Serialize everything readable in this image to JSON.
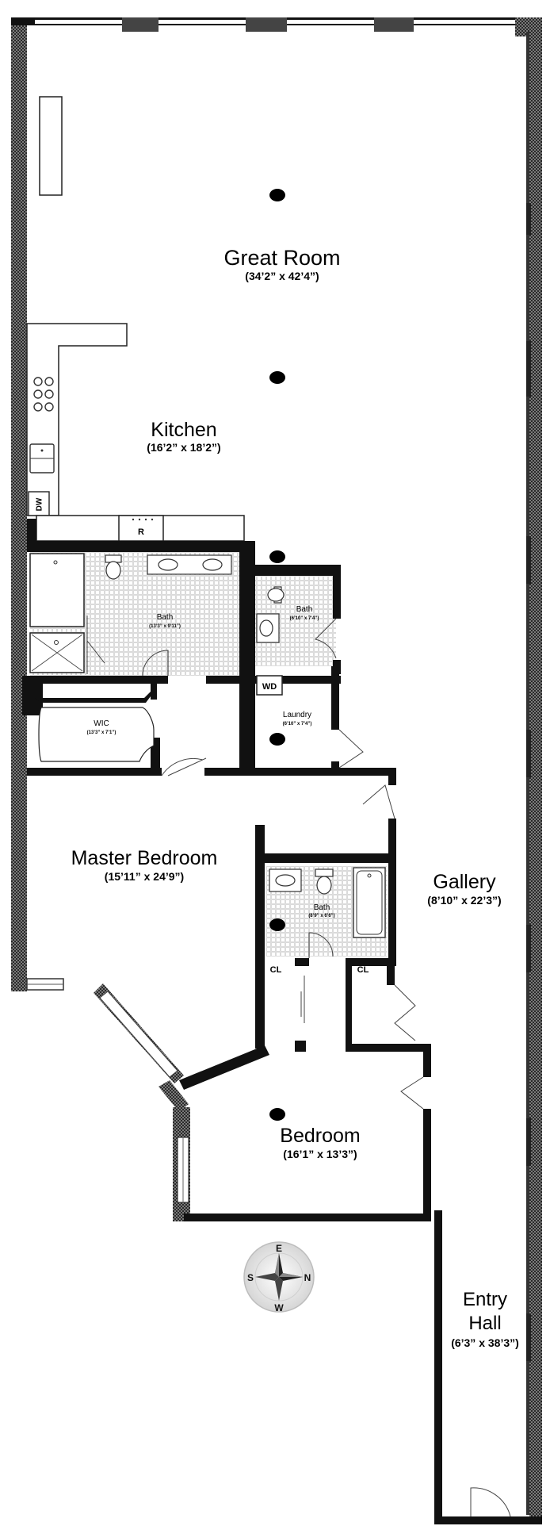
{
  "rooms": {
    "great_room": {
      "name": "Great Room",
      "dims": "(34’2” x 42’4”)"
    },
    "kitchen": {
      "name": "Kitchen",
      "dims": "(16’2” x 18’2”)"
    },
    "master_bath": {
      "name": "Bath",
      "dims": "(13’3” x 9’11”)"
    },
    "hall_bath": {
      "name": "Bath",
      "dims": "(6’10” x 7’4”)"
    },
    "wic": {
      "name": "WIC",
      "dims": "(13’3” x 7’1”)"
    },
    "laundry": {
      "name": "Laundry",
      "dims": "(6’10” x 7’4”)"
    },
    "master_bedroom": {
      "name": "Master Bedroom",
      "dims": "(15’11” x 24’9”)"
    },
    "gallery": {
      "name": "Gallery",
      "dims": "(8’10” x 22’3”)"
    },
    "second_bath": {
      "name": "Bath",
      "dims": "(8’9” x 6’6”)"
    },
    "bedroom": {
      "name": "Bedroom",
      "dims": "(16’1” x 13’3”)"
    },
    "entry_hall": {
      "name_line1": "Entry",
      "name_line2": "Hall",
      "dims": "(6’3” x 38’3”)"
    }
  },
  "fixtures": {
    "dishwasher": "DW",
    "range": "R",
    "washer_dryer": "WD",
    "closet_left": "CL",
    "closet_right": "CL"
  },
  "compass": {
    "north": "N",
    "south": "S",
    "east": "E",
    "west": "W"
  }
}
